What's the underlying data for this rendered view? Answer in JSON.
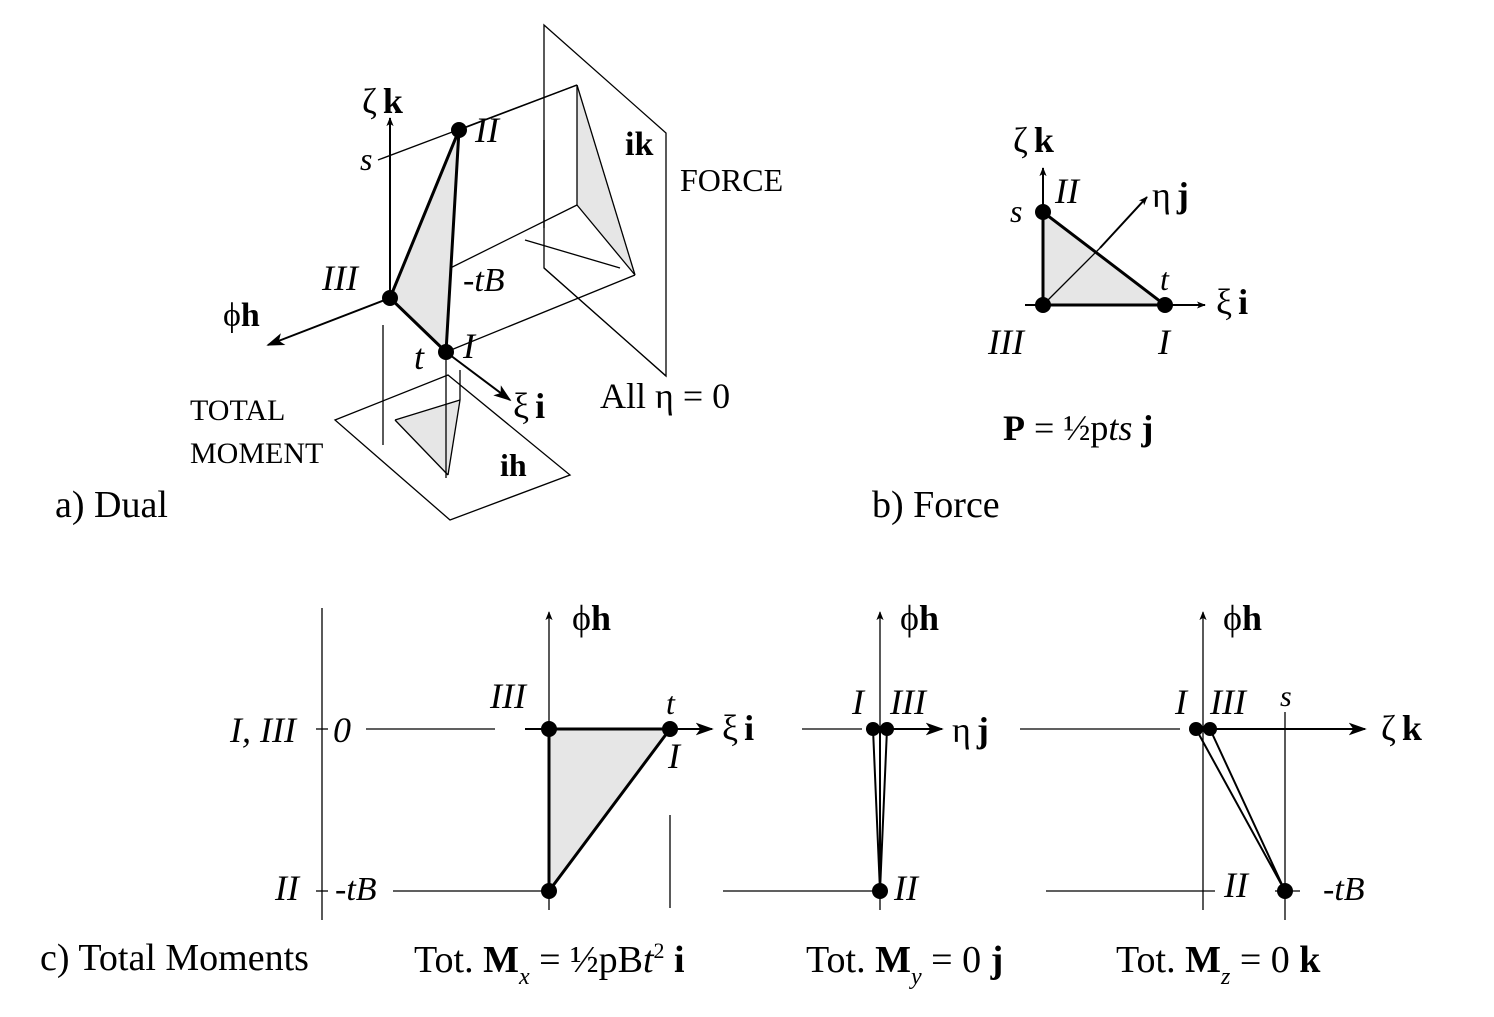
{
  "dual": {
    "caption": "a) Dual",
    "axis_zeta": "ζ",
    "axis_k": "k",
    "axis_phi": "ϕ",
    "axis_h": "h",
    "axis_xi": "ξ",
    "axis_i": "i",
    "label_s": "s",
    "label_t": "t",
    "label_minus_tB": "-tB",
    "node_I": "I",
    "node_II": "II",
    "node_III": "III",
    "plane_ik": "ik",
    "plane_ih": "ih",
    "force_label": "FORCE",
    "total_label_1": "TOTAL",
    "total_label_2": "MOMENT",
    "eta_note": "All η = 0"
  },
  "force": {
    "caption": "b) Force",
    "axis_zeta": "ζ",
    "axis_k": "k",
    "axis_eta": "η",
    "axis_j": "j",
    "axis_xi": "ξ",
    "axis_i": "i",
    "label_s": "s",
    "label_t": "t",
    "node_I": "I",
    "node_II": "II",
    "node_III": "III",
    "formula_P": "P",
    "formula_eq": " = ",
    "formula_half": "½",
    "formula_p": "p",
    "formula_ts": "ts",
    "formula_j": "j"
  },
  "moments": {
    "caption": "c) Total Moments",
    "row_top_nodes": "I, III",
    "row_top_value": "0",
    "row_bottom_node": "II",
    "row_bottom_value": "-tB",
    "axis_phi": "ϕ",
    "axis_h": "h",
    "mx": {
      "node_III": "III",
      "label_t": "t",
      "node_I": "I",
      "axis_xi": "ξ",
      "axis_i": "i",
      "formula_tot": "Tot. ",
      "formula_M": "M",
      "formula_sub": "x",
      "formula_eq": " = ",
      "formula_half": "½",
      "formula_pB": "pB",
      "formula_t": "t",
      "formula_sup": "2",
      "formula_i": "i"
    },
    "my": {
      "node_I": "I",
      "node_III": "III",
      "node_II": "II",
      "axis_eta": "η",
      "axis_j": "j",
      "formula_tot": "Tot. ",
      "formula_M": "M",
      "formula_sub": "y",
      "formula_eq": " = 0 ",
      "formula_j": "j"
    },
    "mz": {
      "node_I": "I",
      "node_III": "III",
      "label_s": "s",
      "node_II": "II",
      "label_minus_tB": "-tB",
      "axis_zeta": "ζ",
      "axis_k": "k",
      "formula_tot": "Tot. ",
      "formula_M": "M",
      "formula_sub": "z",
      "formula_eq": " = 0 ",
      "formula_k": "k"
    }
  }
}
